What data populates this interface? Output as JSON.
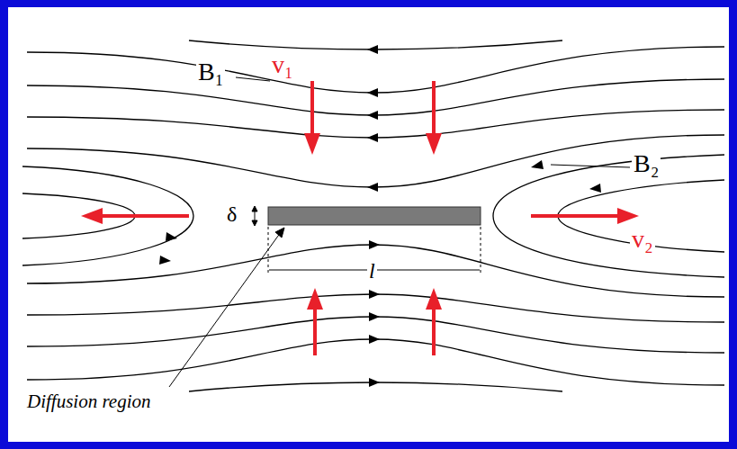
{
  "diagram": {
    "labels": [
      "B₁",
      "v₁",
      "B₂",
      "v₂",
      "δ",
      "l",
      "Diffusion region"
    ]
  }
}
